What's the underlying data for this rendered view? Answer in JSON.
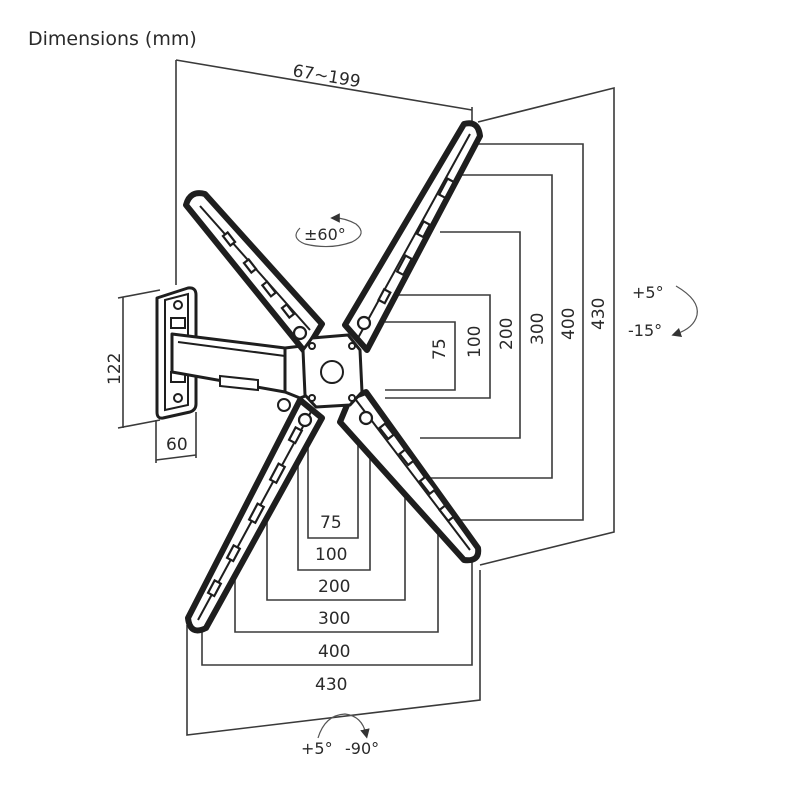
{
  "title": "Dimensions (mm)",
  "dimensions": {
    "depth_range": "67~199",
    "wall_plate_height": "122",
    "wall_plate_width": "60",
    "vertical": [
      "75",
      "100",
      "200",
      "300",
      "400",
      "430"
    ],
    "horizontal": [
      "75",
      "100",
      "200",
      "300",
      "400",
      "430"
    ]
  },
  "angles": {
    "rotation": "±60°",
    "tilt_up": "+5°",
    "tilt_down": "-15°",
    "swivel_left": "+5°",
    "swivel_right": "-90°"
  },
  "icons": [
    "rotation-arrow-icon",
    "tilt-arrow-icon",
    "swivel-arrow-icon"
  ]
}
